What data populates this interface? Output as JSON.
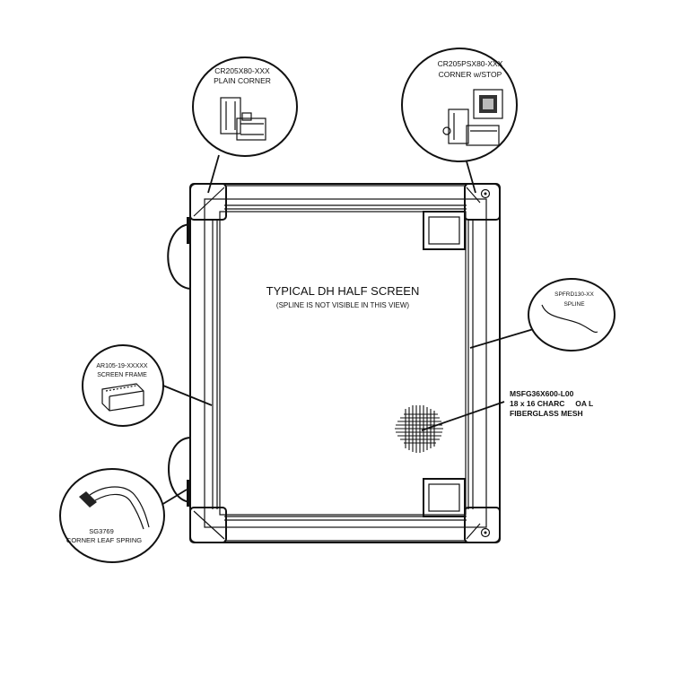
{
  "main_title": "TYPICAL DH HALF SCREEN",
  "main_subtitle": "(SPLINE IS NOT VISIBLE IN THIS VIEW)",
  "callouts": {
    "plain_corner": {
      "part": "CR205X80-XXX",
      "desc": "PLAIN CORNER"
    },
    "corner_stop": {
      "part": "CR205PSX80-XXX",
      "desc": "CORNER w/STOP"
    },
    "spline": {
      "part": "SPFRD130-XX",
      "desc": "SPLINE"
    },
    "screen_frame": {
      "part": "AR105-19-XXXXX",
      "desc": "SCREEN FRAME"
    },
    "mesh": {
      "part": "MSFG36X600-L00",
      "line2": "18 x 16 CHARC     OA L",
      "desc": "FIBERGLASS MESH"
    },
    "leaf_spring": {
      "part": "SG3769",
      "desc": "CORNER LEAF SPRING"
    }
  }
}
